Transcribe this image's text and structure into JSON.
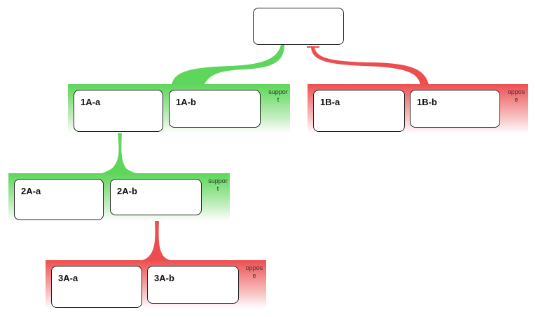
{
  "root": {
    "label": ""
  },
  "groups": {
    "g1a": {
      "type": "support",
      "tag": "support",
      "cards": [
        "1A-a",
        "1A-b"
      ]
    },
    "g1b": {
      "type": "oppose",
      "tag": "oppose",
      "cards": [
        "1B-a",
        "1B-b"
      ]
    },
    "g2a": {
      "type": "support",
      "tag": "support",
      "cards": [
        "2A-a",
        "2A-b"
      ]
    },
    "g3a": {
      "type": "oppose",
      "tag": "oppose",
      "cards": [
        "3A-a",
        "3A-b"
      ]
    }
  },
  "colors": {
    "support": "#5ed65b",
    "oppose": "#ee4d4f",
    "card_border": "#222222"
  }
}
